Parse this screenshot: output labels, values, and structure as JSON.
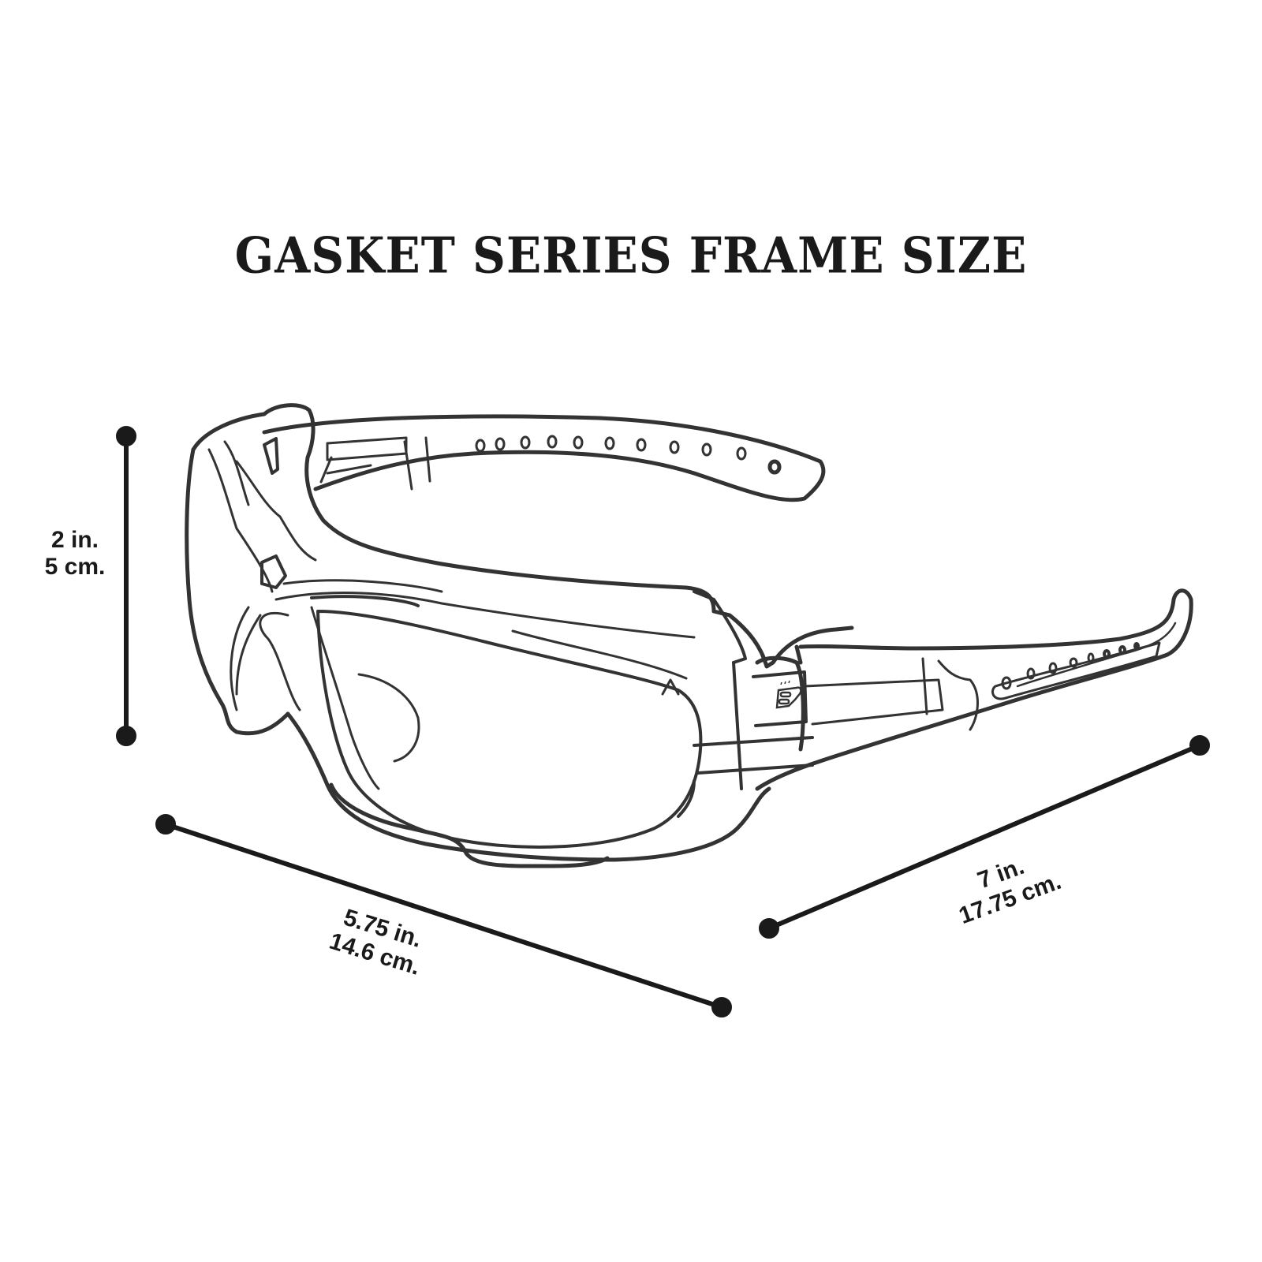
{
  "title": "GASKET SERIES FRAME SIZE",
  "colors": {
    "ink": "#1a1a1a",
    "line_art": "#333333",
    "background": "#ffffff"
  },
  "dimensions": {
    "height": {
      "imperial": "2 in.",
      "metric": "5 cm."
    },
    "lens_width": {
      "imperial": "5.75 in.",
      "metric": "14.6 cm."
    },
    "temple_length": {
      "imperial": "7 in.",
      "metric": "17.75 cm."
    }
  },
  "product": {
    "illustration": "safety-glasses-line-drawing",
    "logo": "B"
  }
}
